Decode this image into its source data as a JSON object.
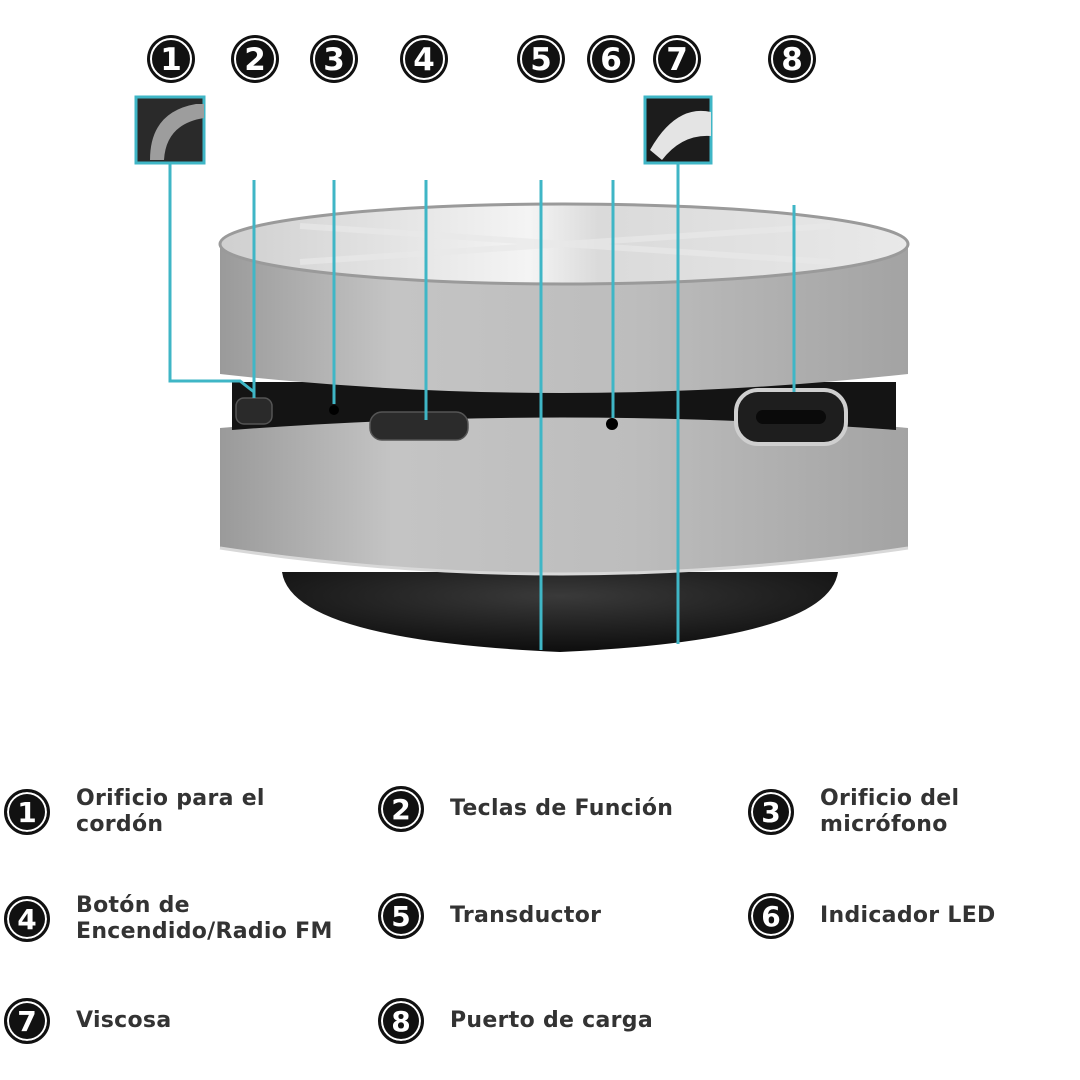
{
  "colors": {
    "leader_line": "#3fb6c6",
    "badge_fill": "#111111",
    "badge_text": "#ffffff",
    "label_text": "#333333",
    "speaker_body": "#b9b9b9",
    "speaker_top": "#e4e4e4",
    "speaker_base": "#151515"
  },
  "callouts": [
    {
      "number": "1"
    },
    {
      "number": "2"
    },
    {
      "number": "3"
    },
    {
      "number": "4"
    },
    {
      "number": "5"
    },
    {
      "number": "6"
    },
    {
      "number": "7"
    },
    {
      "number": "8"
    }
  ],
  "legend": [
    {
      "number": "1",
      "label_lines": [
        "Orificio para el",
        "cordón"
      ]
    },
    {
      "number": "2",
      "label_lines": [
        "Teclas de Función"
      ]
    },
    {
      "number": "3",
      "label_lines": [
        "Orificio del",
        "micrófono"
      ]
    },
    {
      "number": "4",
      "label_lines": [
        "Botón de",
        "Encendido/Radio FM"
      ]
    },
    {
      "number": "5",
      "label_lines": [
        "Transductor"
      ]
    },
    {
      "number": "6",
      "label_lines": [
        "Indicador LED"
      ]
    },
    {
      "number": "7",
      "label_lines": [
        "Viscosa"
      ]
    },
    {
      "number": "8",
      "label_lines": [
        "Puerto de carga"
      ]
    }
  ]
}
